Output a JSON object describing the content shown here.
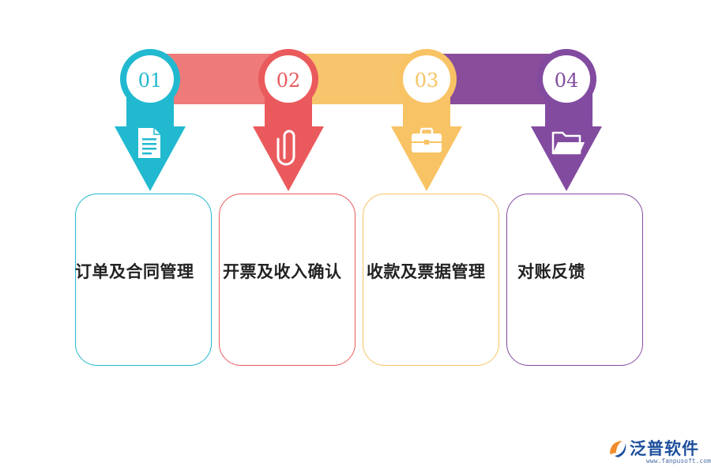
{
  "steps": [
    {
      "number": "01",
      "label": "订单及合同管理",
      "color": "#21b9cf",
      "icon": "document-icon"
    },
    {
      "number": "02",
      "label": "开票及收入确认",
      "color": "#ea5a5d",
      "icon": "paperclip-icon"
    },
    {
      "number": "03",
      "label": "收款及票据管理",
      "color": "#f8c364",
      "icon": "briefcase-icon"
    },
    {
      "number": "04",
      "label": "对账反馈",
      "color": "#834ba0",
      "icon": "folder-icon"
    }
  ],
  "connector_colors": [
    "#ee7b7a",
    "#f7c56b",
    "#8a4d9c"
  ],
  "logo": {
    "name": "泛普软件",
    "url": "www.fanpusoft.com",
    "color": "#1d4f9c"
  }
}
